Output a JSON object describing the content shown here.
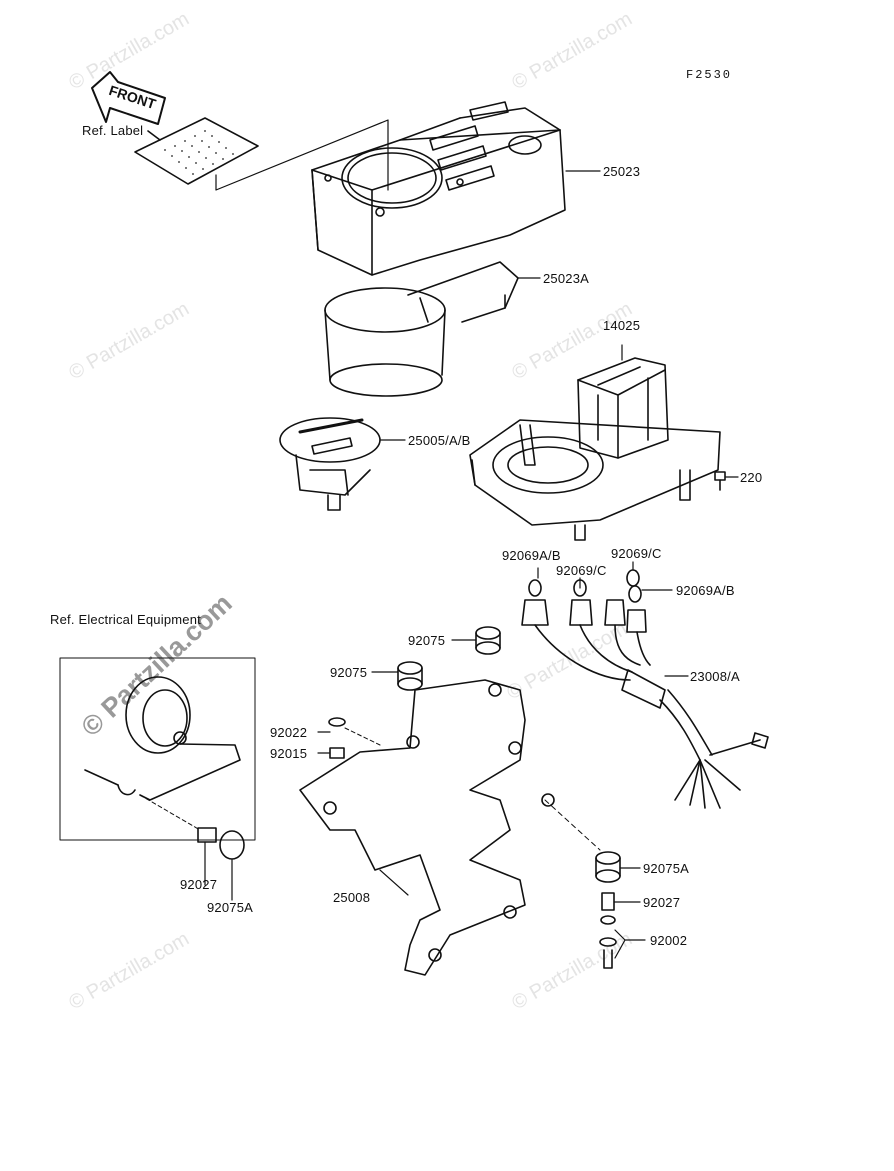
{
  "diagram_code": "F2530",
  "front_marker": "FRONT",
  "watermark_text": "© Partzilla.com",
  "labels": {
    "ref_label": "Ref. Label",
    "ref_electrical": "Ref.  Electrical Equipment",
    "p25023": "25023",
    "p25023A": "25023A",
    "p14025": "14025",
    "p25005": "25005/A/B",
    "p220": "220",
    "p92069AB_left": "92069A/B",
    "p92069C_top": "92069/C",
    "p92069C_mid": "92069/C",
    "p92069AB_right": "92069A/B",
    "p92075_top": "92075",
    "p92075_left": "92075",
    "p23008": "23008/A",
    "p92022": "92022",
    "p92015": "92015",
    "p92027_left": "92027",
    "p92075A_left": "92075A",
    "p25008": "25008",
    "p92075A_right": "92075A",
    "p92027_right": "92027",
    "p92002": "92002"
  }
}
